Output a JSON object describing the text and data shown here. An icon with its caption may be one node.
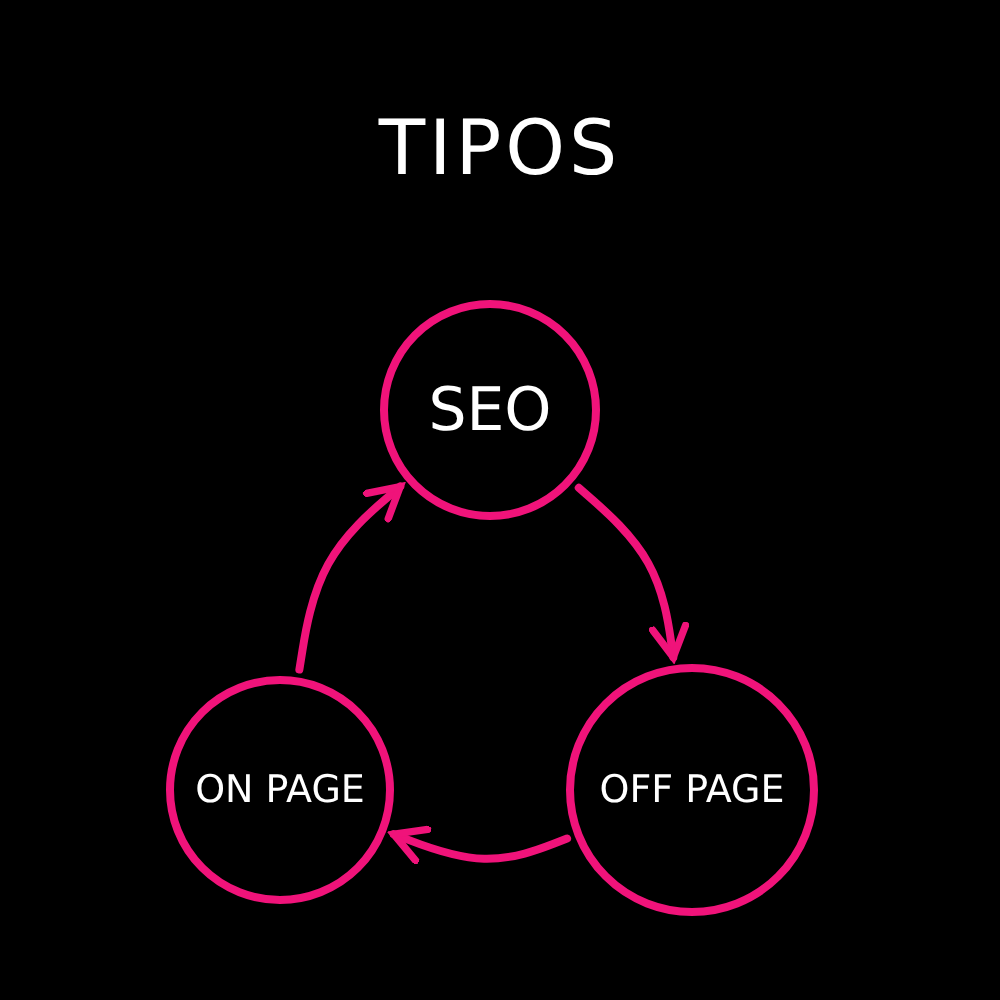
{
  "diagram": {
    "title": "TIPOS",
    "nodes": [
      {
        "text": [
          "SEO"
        ]
      },
      {
        "text": [
          "ON PAGE"
        ]
      },
      {
        "text": [
          "OFF PAGE"
        ]
      }
    ],
    "edges": [
      {
        "from": 0,
        "to": 2,
        "arrow": "to"
      },
      {
        "from": 2,
        "to": 1,
        "arrow": "to"
      },
      {
        "from": 1,
        "to": 0,
        "arrow": "to"
      }
    ]
  }
}
